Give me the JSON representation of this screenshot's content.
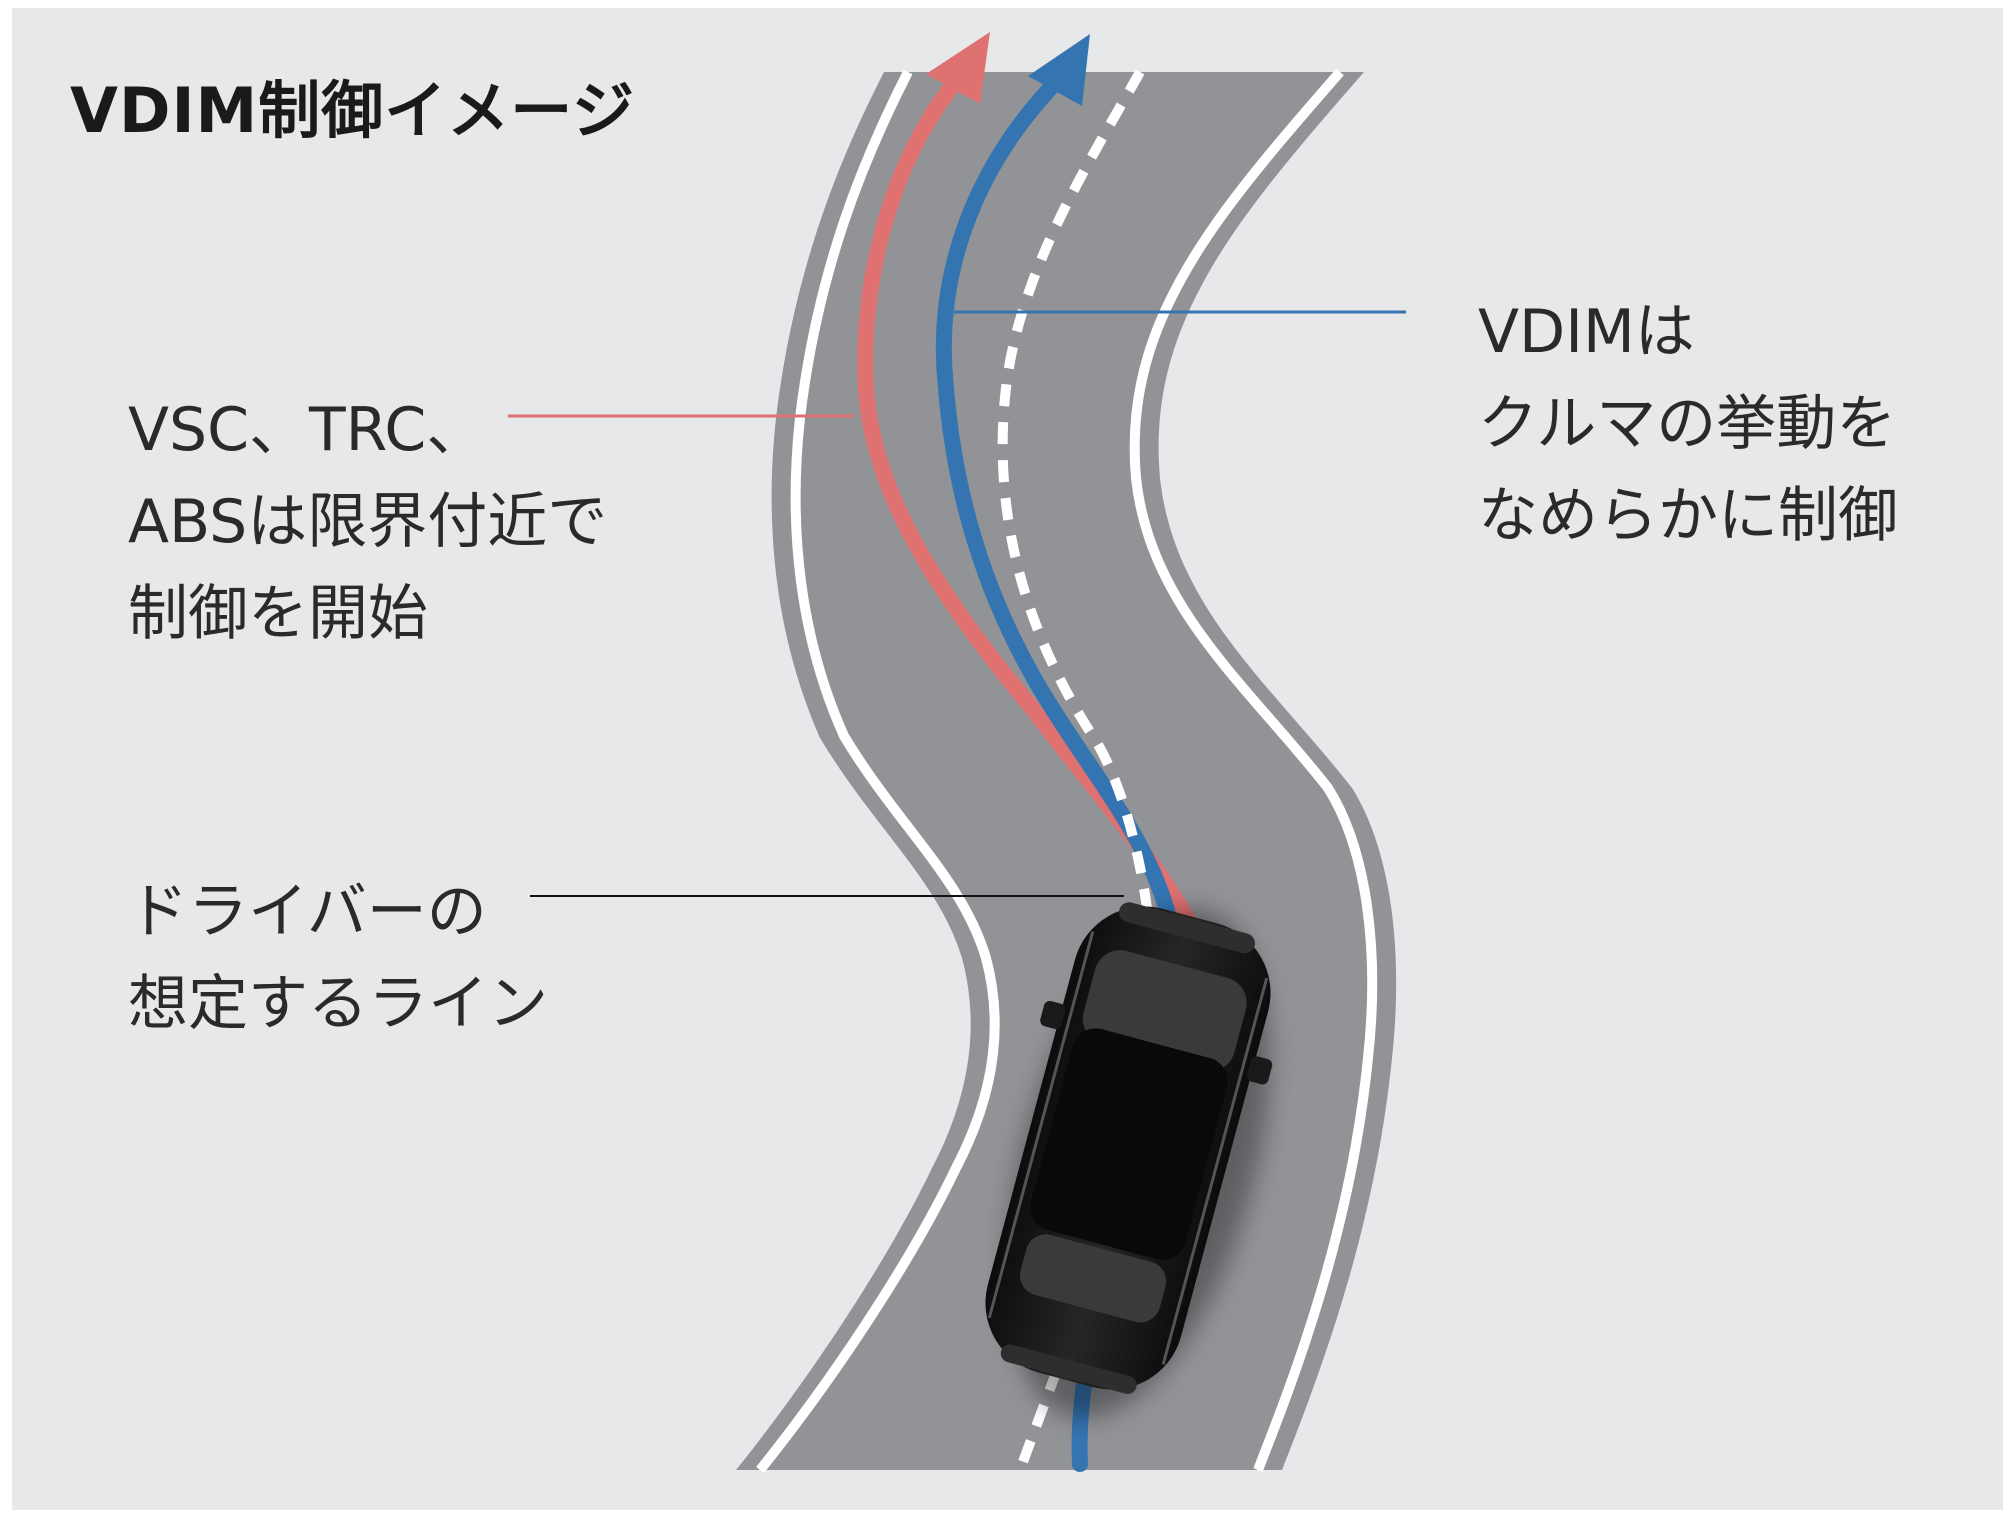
{
  "title": "VDIM制御イメージ",
  "labels": {
    "vsc_trc_abs": {
      "lines": [
        "VSC、TRC、",
        "ABSは限界付近で",
        "制御を開始"
      ],
      "color": "#e07171"
    },
    "vdim": {
      "lines": [
        "VDIMは",
        "クルマの挙動を",
        "なめらかに制御"
      ],
      "color": "#3474b1"
    },
    "driver_line": {
      "lines": [
        "ドライバーの",
        "想定するライン"
      ],
      "color": "#111111"
    }
  },
  "colors": {
    "background": "#e7e8ea",
    "road": "#929397",
    "lane_marking": "#ffffff",
    "vehicle": "#141414"
  }
}
